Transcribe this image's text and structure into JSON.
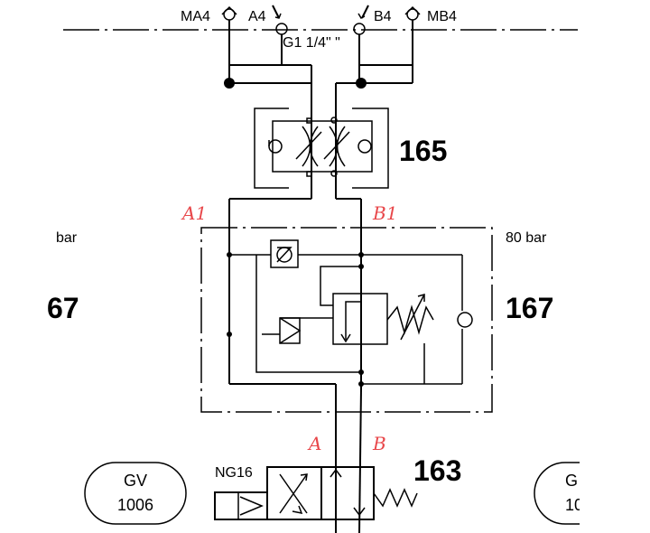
{
  "ports": {
    "ma4": "MA4",
    "a4": "A4",
    "b4": "B4",
    "mb4": "MB4",
    "thread": "G1 1/4\" \""
  },
  "components": {
    "flow_block": "165",
    "relief_block": "167",
    "relief_block_partial": "67",
    "directional_valve": "163",
    "directional_size": "NG16"
  },
  "pressures": {
    "left": "bar",
    "right": "80 bar"
  },
  "handwritten": {
    "a1": "A1",
    "b1": "B1",
    "a": "A",
    "b": "B"
  },
  "gv_left": {
    "line1": "GV",
    "line2": "1006"
  },
  "gv_right": {
    "line1": "G",
    "line2": "10"
  }
}
